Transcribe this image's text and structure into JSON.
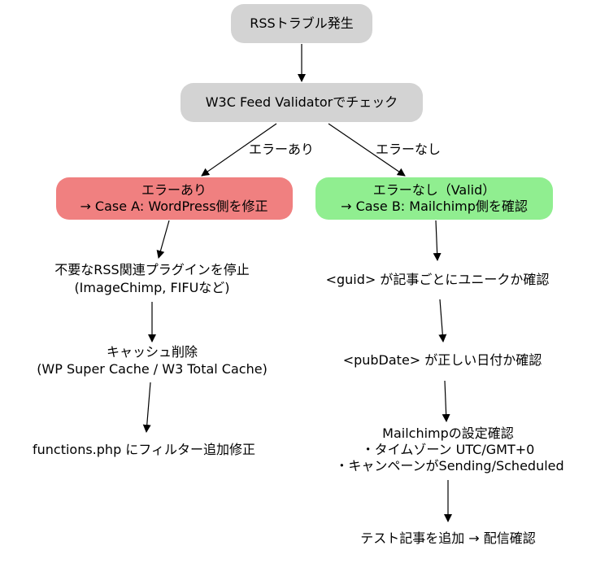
{
  "colors": {
    "neutral_fill": "#d3d3d3",
    "error_fill": "#f08080",
    "ok_fill": "#90ee90",
    "edge": "#000000"
  },
  "nodes": {
    "start": "RSSトラブル発生",
    "validator": "W3C Feed Validatorでチェック",
    "case_a": [
      "エラーあり",
      "→ Case A: WordPress側を修正"
    ],
    "case_b": [
      "エラーなし（Valid）",
      "→ Case B: Mailchimp側を確認"
    ],
    "a1": [
      "不要なRSS関連プラグインを停止",
      "(ImageChimp, FIFUなど)"
    ],
    "a2": [
      "キャッシュ削除",
      "(WP Super Cache / W3 Total Cache)"
    ],
    "a3": "functions.php にフィルター追加修正",
    "b1": "<guid> が記事ごとにユニークか確認",
    "b2": "<pubDate> が正しい日付か確認",
    "b3": [
      "Mailchimpの設定確認",
      "・タイムゾーン UTC/GMT+0",
      "・キャンペーンがSending/Scheduled"
    ],
    "b4": "テスト記事を追加 → 配信確認"
  },
  "edge_labels": {
    "to_case_a": "エラーあり",
    "to_case_b": "エラーなし"
  }
}
